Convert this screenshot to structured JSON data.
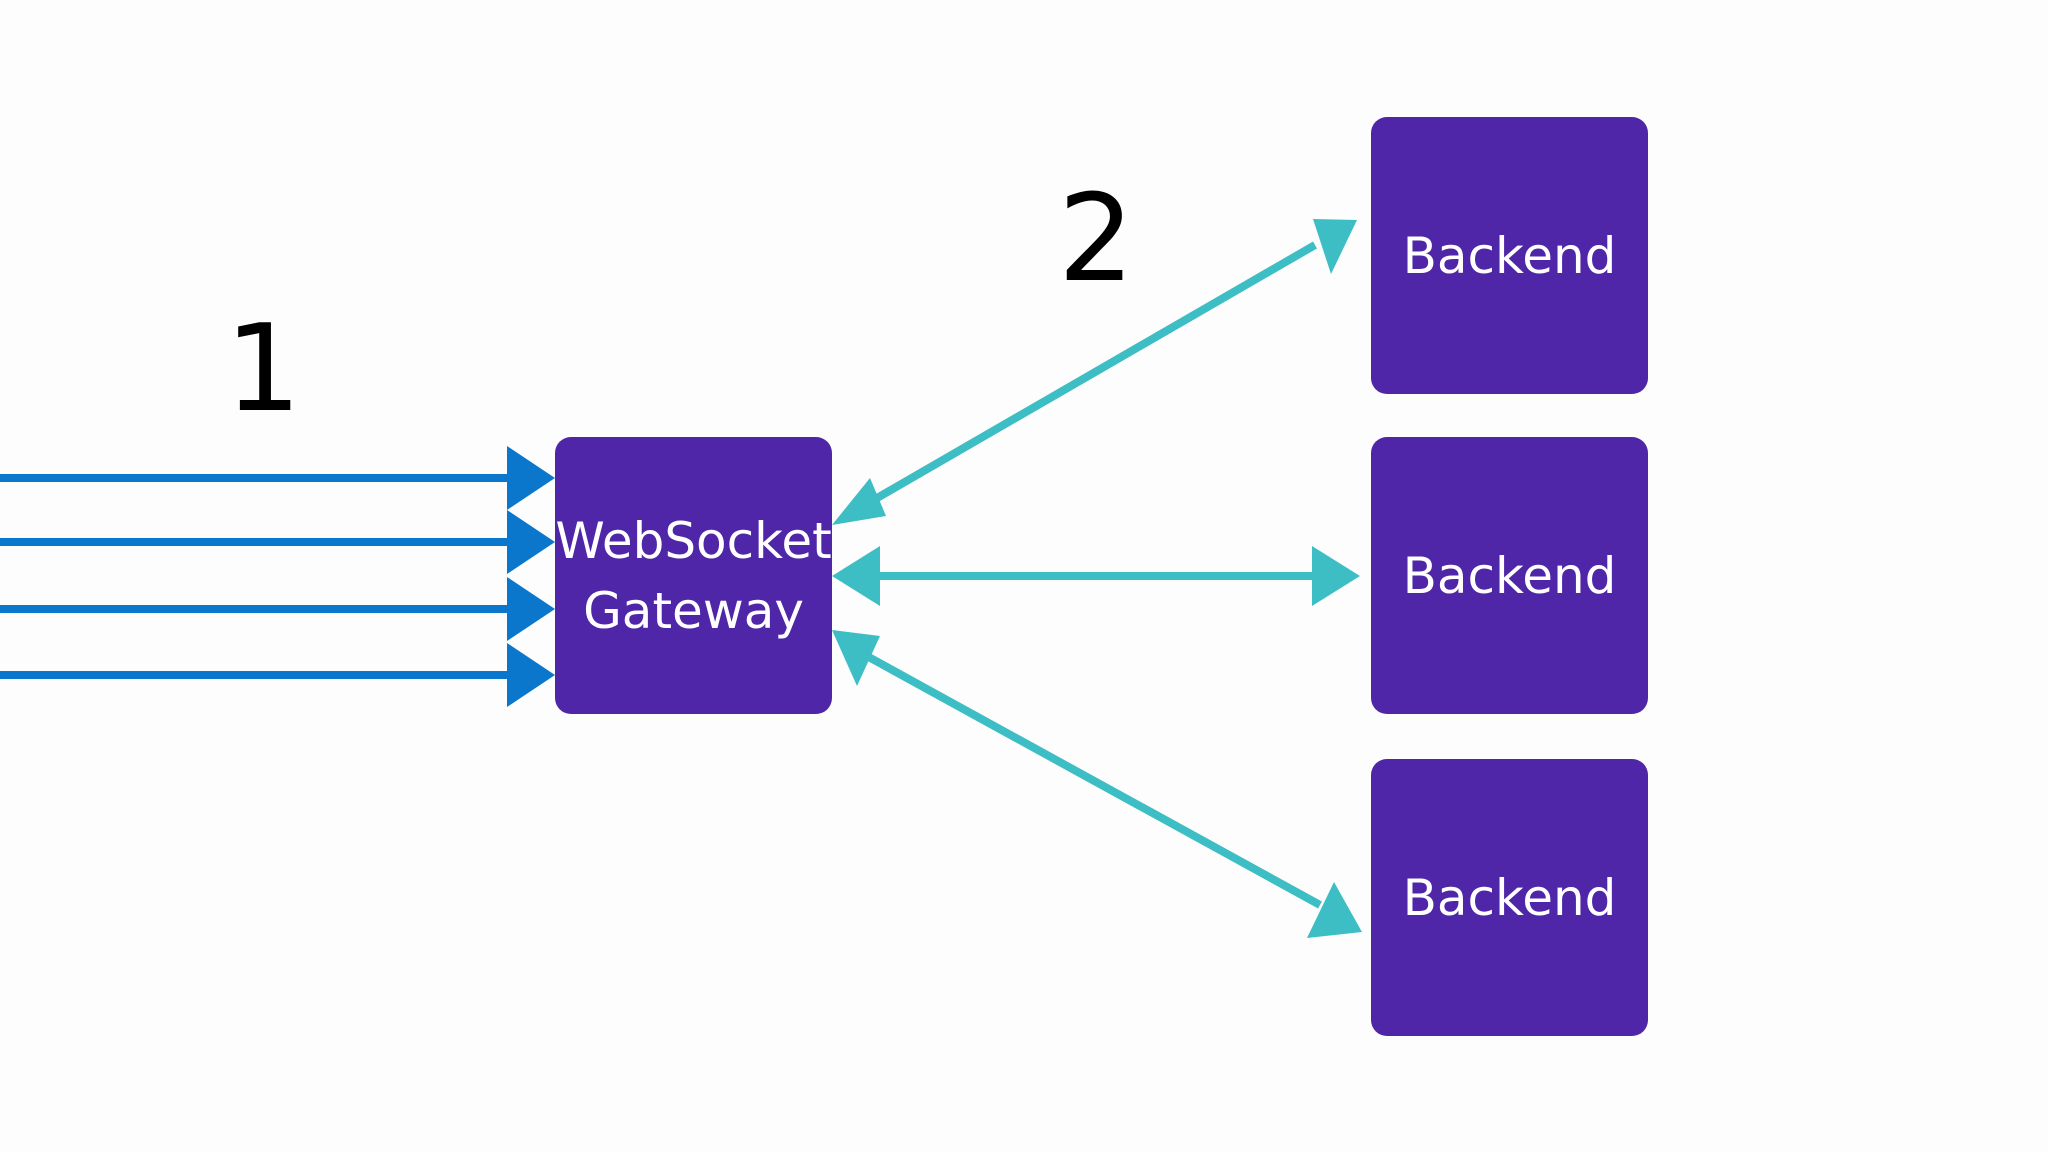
{
  "colors": {
    "node_fill": "#5026a8",
    "node_text": "#ffffff",
    "client_arrow": "#0b77cc",
    "backend_arrow": "#3dbdc4",
    "background": "#fdfdfd"
  },
  "steps": {
    "client_connections": "1",
    "backend_links": "2"
  },
  "gateway": {
    "line1": "WebSocket",
    "line2": "Gateway"
  },
  "backends": [
    {
      "label": "Backend"
    },
    {
      "label": "Backend"
    },
    {
      "label": "Backend"
    }
  ],
  "edges": {
    "client_to_gateway_count": 4,
    "gateway_to_backend": "bidirectional"
  }
}
